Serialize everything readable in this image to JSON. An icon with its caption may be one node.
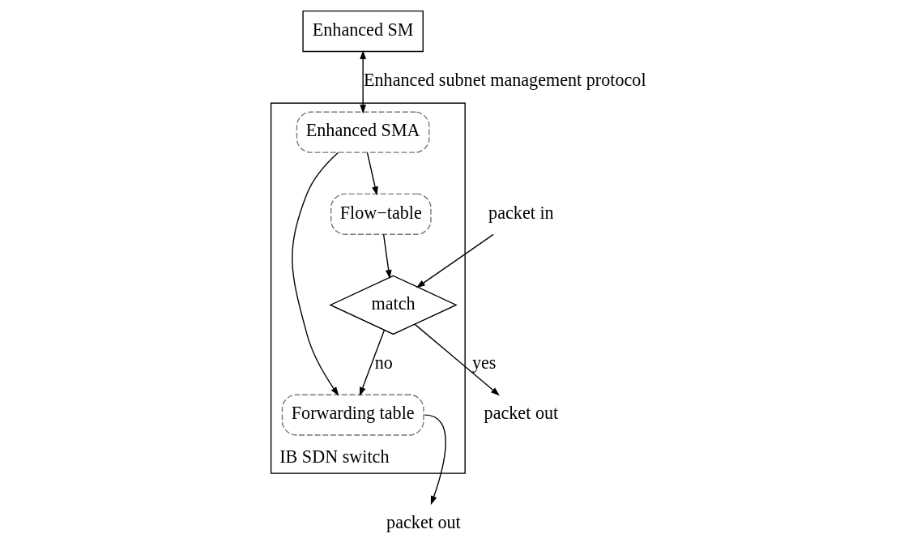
{
  "diagram": {
    "nodes": [
      {
        "text": [
          "Enhanced SM"
        ]
      },
      {
        "text": [
          "IB SDN switch"
        ]
      },
      {
        "text": [
          "Enhanced SMA"
        ],
        "in": 1
      },
      {
        "text": [
          "Flow−table"
        ],
        "in": 1
      },
      {
        "text": [
          "match"
        ],
        "in": 1
      },
      {
        "text": [
          "Forwarding table"
        ],
        "in": 1
      },
      {
        "text": [
          "packet in"
        ]
      },
      {
        "text": [
          "packet out"
        ]
      },
      {
        "text": [
          "packet out"
        ]
      }
    ],
    "edges": [
      {
        "from": 0,
        "to": 2,
        "arrow": "both",
        "label": "Enhanced subnet management protocol"
      },
      {
        "from": 2,
        "to": 3,
        "arrow": "to"
      },
      {
        "from": 2,
        "to": 5,
        "arrow": "to"
      },
      {
        "from": 3,
        "to": 4,
        "arrow": "to"
      },
      {
        "from": 6,
        "to": 4,
        "arrow": "to"
      },
      {
        "from": 4,
        "to": 5,
        "arrow": "to",
        "label": "no"
      },
      {
        "from": 5,
        "to": 7,
        "arrow": "to"
      },
      {
        "from": 4,
        "to": 8,
        "arrow": "to",
        "label": "yes"
      }
    ]
  }
}
